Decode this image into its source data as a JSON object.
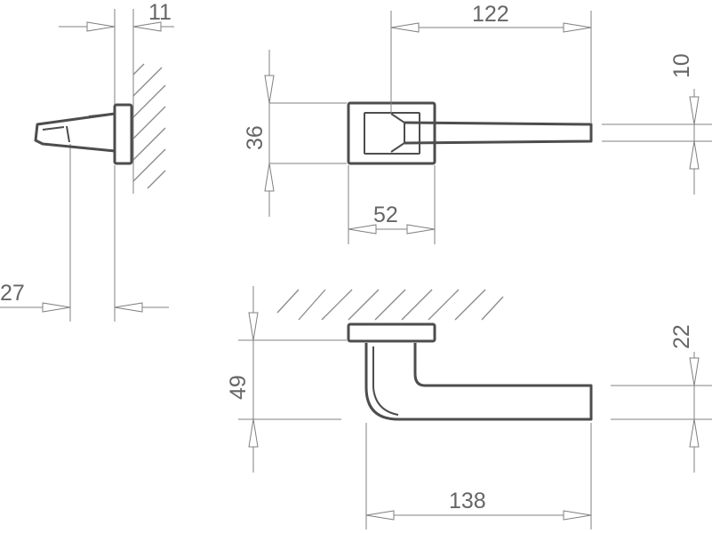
{
  "colors": {
    "outline": "#4d4d4d",
    "dimension": "#808080",
    "text": "#666666",
    "background": "#ffffff"
  },
  "dimensions": {
    "rose_thickness": "11",
    "lever_reach": "122",
    "lever_thickness": "10",
    "rose_height": "36",
    "rose_width": "52",
    "grip_offset": "27",
    "handle_height": "49",
    "grip_height": "22",
    "total_length": "138"
  }
}
